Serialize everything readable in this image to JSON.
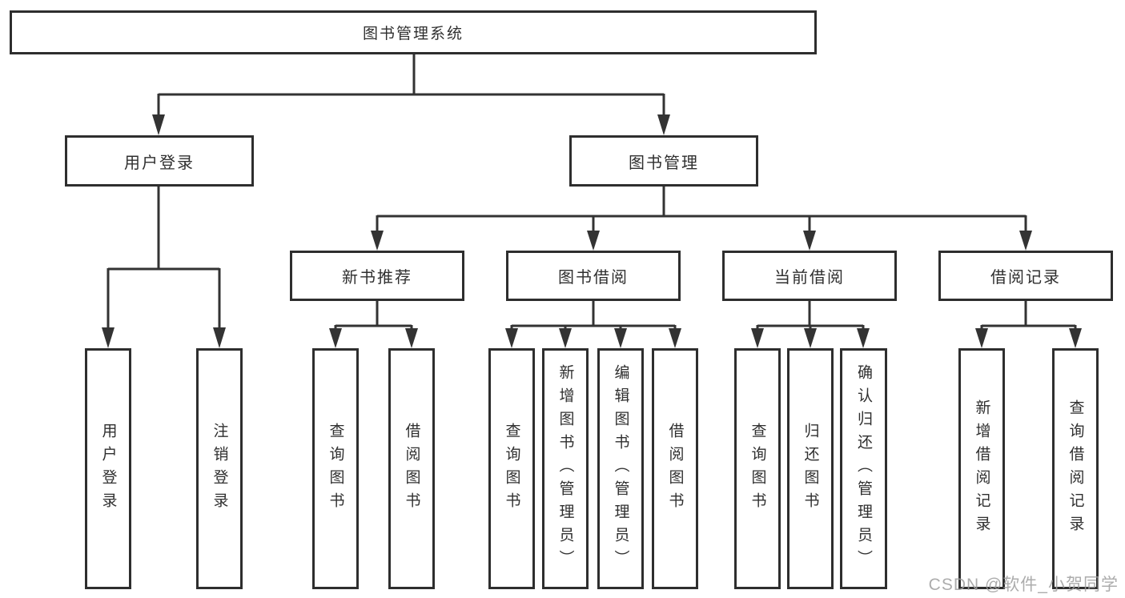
{
  "diagram": {
    "title": "图书管理系统",
    "nodes": {
      "root": {
        "label": "图书管理系统"
      },
      "user_login": {
        "label": "用户登录"
      },
      "book_management": {
        "label": "图书管理"
      },
      "new_book_recommend": {
        "label": "新书推荐"
      },
      "book_borrow": {
        "label": "图书借阅"
      },
      "current_borrow": {
        "label": "当前借阅"
      },
      "borrow_records": {
        "label": "借阅记录"
      },
      "leaf_user_login": {
        "label": "用户登录"
      },
      "leaf_logout": {
        "label": "注销登录"
      },
      "leaf_recommend_query": {
        "label": "查询图书"
      },
      "leaf_recommend_borrow": {
        "label": "借阅图书"
      },
      "leaf_borrow_query": {
        "label": "查询图书"
      },
      "leaf_borrow_add": {
        "label": "新增图书（管理员）"
      },
      "leaf_borrow_edit": {
        "label": "编辑图书（管理员）"
      },
      "leaf_borrow_borrow": {
        "label": "借阅图书"
      },
      "leaf_current_query": {
        "label": "查询图书"
      },
      "leaf_current_return": {
        "label": "归还图书"
      },
      "leaf_current_confirm": {
        "label": "确认归还（管理员）"
      },
      "leaf_records_add": {
        "label": "新增借阅记录"
      },
      "leaf_records_query": {
        "label": "查询借阅记录"
      }
    },
    "colors": {
      "line": "#333333",
      "box_border": "#2e2e2e",
      "text": "#2f2f2f",
      "watermark": "#9e9e9e",
      "background": "#ffffff"
    }
  },
  "watermark": {
    "text": "CSDN @软件_小贺同学"
  }
}
